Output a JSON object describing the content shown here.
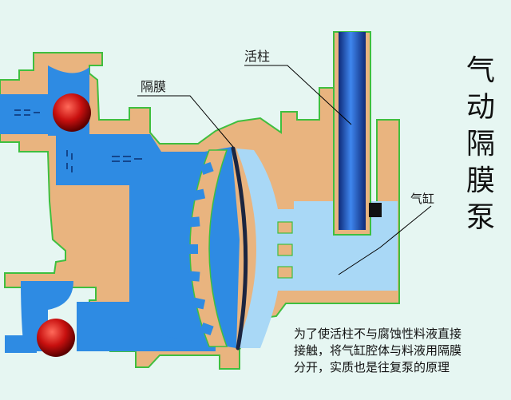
{
  "title": "气动隔膜泵",
  "labels": {
    "piston": "活柱",
    "diaphragm": "隔膜",
    "cylinder": "气缸"
  },
  "note": "为了使活柱不与腐蚀性料液直接\n接触，将气缸腔体与料液用隔膜\n分开，实质也是往复泵的原理",
  "colors": {
    "background": "#e6f6f2",
    "casing": "#e9b47f",
    "casing_edge": "#3fbf3f",
    "liquid": "#2e8be3",
    "chamber_light": "#a9d8f6",
    "piston_dark": "#0e2a78",
    "piston_mid": "#2f6fd6",
    "valve_ball": "#c8100f",
    "leader_line": "#000000"
  },
  "icons": {
    "upper_valve": "red-ball-valve",
    "lower_valve": "red-ball-valve",
    "diaphragm": "curved-membrane",
    "piston": "vertical-rod"
  }
}
